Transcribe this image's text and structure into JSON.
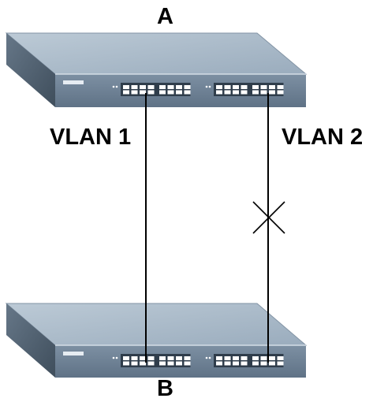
{
  "diagram": {
    "switch_top_label": "A",
    "switch_bottom_label": "B",
    "link_left_label": "VLAN 1",
    "link_right_label": "VLAN 2",
    "link_right_state": "blocked",
    "colors": {
      "switch_top_face": "#a9b9c8",
      "switch_front": "#6e8296",
      "switch_side": "#4e5f70",
      "port": "#ffffff",
      "line": "#000000"
    }
  }
}
